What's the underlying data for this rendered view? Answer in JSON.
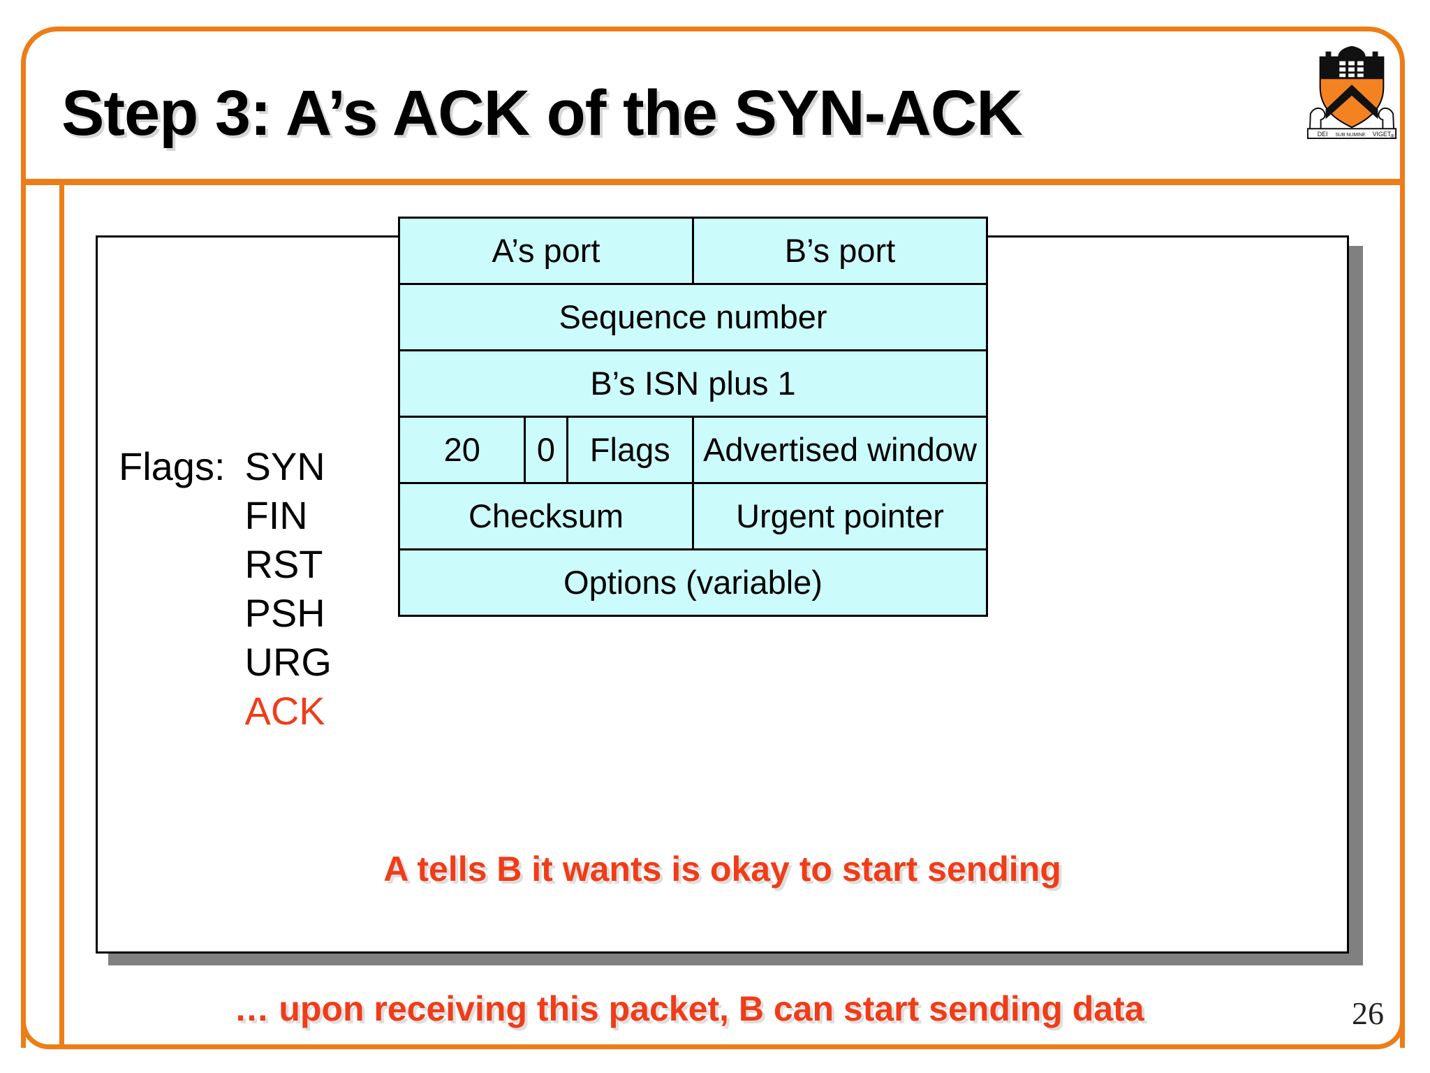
{
  "slide": {
    "title": "Step 3: A’s ACK of the SYN-ACK",
    "number": "26",
    "accent_color": "#ED7D17",
    "highlight_color": "#F03C18",
    "field_fill_color": "#CCFBFB",
    "logo_name": "princeton-shield-logo",
    "logo_motto_left": "DEI",
    "logo_motto_center": "SUB NUMINE",
    "logo_motto_right": "VIGET"
  },
  "flags": {
    "label": "Flags:",
    "items": [
      {
        "name": "SYN",
        "highlighted": false
      },
      {
        "name": "FIN",
        "highlighted": false
      },
      {
        "name": "RST",
        "highlighted": false
      },
      {
        "name": "PSH",
        "highlighted": false
      },
      {
        "name": "URG",
        "highlighted": false
      },
      {
        "name": "ACK",
        "highlighted": true
      }
    ]
  },
  "tcp_header": {
    "row1": {
      "src_port": "A’s port",
      "dst_port": "B’s port"
    },
    "row2": {
      "sequence_number": "Sequence number"
    },
    "row3": {
      "ack_number": "B’s ISN plus 1"
    },
    "row4": {
      "hdr_len": "20",
      "reserved": "0",
      "flags": "Flags",
      "window": "Advertised window"
    },
    "row5": {
      "checksum": "Checksum",
      "urgent_pointer": "Urgent pointer"
    },
    "row6": {
      "options": "Options (variable)"
    }
  },
  "captions": {
    "panel": "A tells B it wants is okay to start sending",
    "footer": "… upon receiving this packet, B can start sending data"
  }
}
